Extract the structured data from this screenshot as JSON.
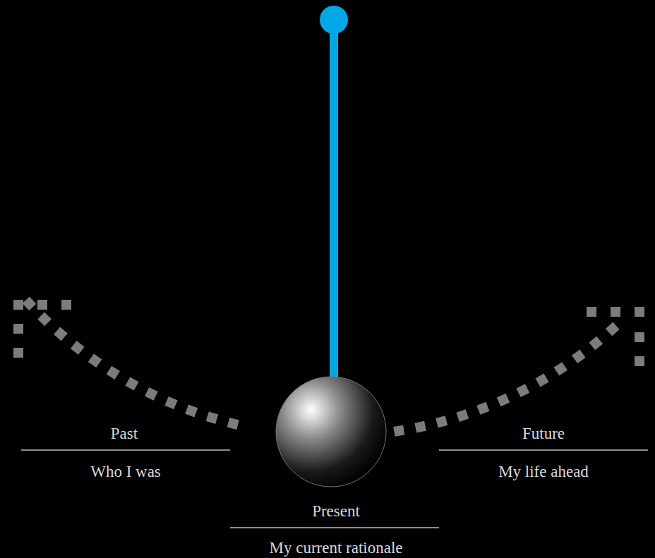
{
  "diagram": {
    "labels": [
      "Past",
      "Who I was",
      "Present",
      "My current rationale",
      "Future",
      "My life ahead"
    ]
  }
}
